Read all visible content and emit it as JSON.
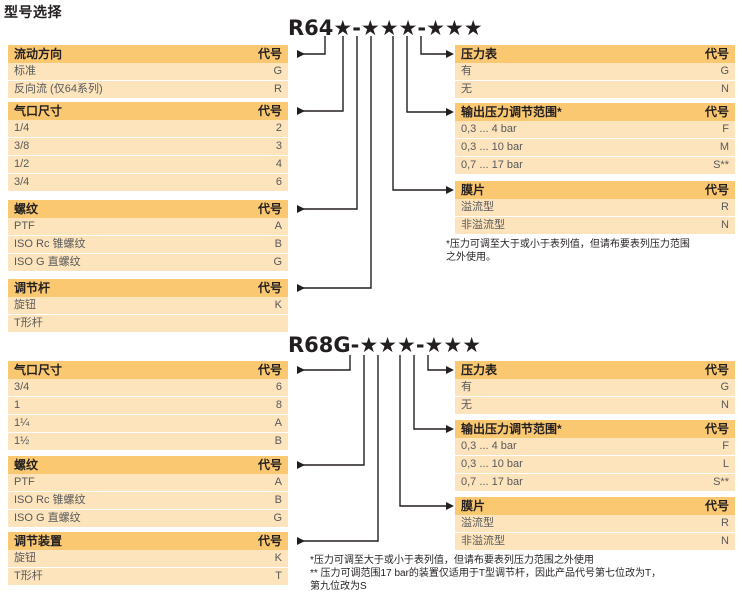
{
  "title": "型号选择",
  "series": [
    {
      "id": "r64",
      "code_prefix": "R64",
      "code_pattern": "R64★-★★★-★★★",
      "left_tables": [
        {
          "name": "flow-direction",
          "header": "流动方向",
          "code_header": "代号",
          "rows": [
            {
              "label": "标准",
              "code": "G"
            },
            {
              "label": "反向流 (仅64系列)",
              "code": "R"
            }
          ]
        },
        {
          "name": "port-size",
          "header": "气口尺寸",
          "code_header": "代号",
          "rows": [
            {
              "label": "1/4",
              "code": "2"
            },
            {
              "label": "3/8",
              "code": "3"
            },
            {
              "label": "1/2",
              "code": "4"
            },
            {
              "label": "3/4",
              "code": "6"
            }
          ]
        },
        {
          "name": "thread",
          "header": "螺纹",
          "code_header": "代号",
          "rows": [
            {
              "label": "PTF",
              "code": "A"
            },
            {
              "label": "ISO Rc 锥螺纹",
              "code": "B"
            },
            {
              "label": "ISO G 直螺纹",
              "code": "G"
            }
          ]
        },
        {
          "name": "adjust-lever",
          "header": "调节杆",
          "code_header": "代号",
          "rows": [
            {
              "label": "旋钮",
              "code": "K"
            },
            {
              "label": "T形杆",
              "code": ""
            }
          ]
        }
      ],
      "right_tables": [
        {
          "name": "pressure-gauge",
          "header": "压力表",
          "code_header": "代号",
          "rows": [
            {
              "label": "有",
              "code": "G"
            },
            {
              "label": "无",
              "code": "N"
            }
          ]
        },
        {
          "name": "outlet-pressure-range",
          "header": "输出压力调节范围*",
          "code_header": "代号",
          "rows": [
            {
              "label": "0,3 ... 4 bar",
              "code": "F"
            },
            {
              "label": "0,3 ... 10 bar",
              "code": "M"
            },
            {
              "label": "0,7 ... 17 bar",
              "code": "S**"
            }
          ]
        },
        {
          "name": "diaphragm",
          "header": "膜片",
          "code_header": "代号",
          "rows": [
            {
              "label": "溢流型",
              "code": "R"
            },
            {
              "label": "非溢流型",
              "code": "N"
            }
          ]
        }
      ],
      "footnote": "*压力可调至大于或小于表列值，但请布要表列压力范围\n之外使用。"
    },
    {
      "id": "r68g",
      "code_prefix": "R68G",
      "code_pattern": "R68G-★★★-★★★",
      "left_tables": [
        {
          "name": "port-size",
          "header": "气口尺寸",
          "code_header": "代号",
          "rows": [
            {
              "label": "3/4",
              "code": "6"
            },
            {
              "label": "1",
              "code": "8"
            },
            {
              "label": "1¼",
              "code": "A"
            },
            {
              "label": "1½",
              "code": "B"
            }
          ]
        },
        {
          "name": "thread",
          "header": "螺纹",
          "code_header": "代号",
          "rows": [
            {
              "label": "PTF",
              "code": "A"
            },
            {
              "label": "ISO Rc 锥螺纹",
              "code": "B"
            },
            {
              "label": "ISO G 直螺纹",
              "code": "G"
            }
          ]
        },
        {
          "name": "adjust-device",
          "header": "调节装置",
          "code_header": "代号",
          "rows": [
            {
              "label": "旋钮",
              "code": "K"
            },
            {
              "label": "T形杆",
              "code": "T"
            }
          ]
        }
      ],
      "right_tables": [
        {
          "name": "pressure-gauge",
          "header": "压力表",
          "code_header": "代号",
          "rows": [
            {
              "label": "有",
              "code": "G"
            },
            {
              "label": "无",
              "code": "N"
            }
          ]
        },
        {
          "name": "outlet-pressure-range",
          "header": "输出压力调节范围*",
          "code_header": "代号",
          "rows": [
            {
              "label": "0,3 ... 4 bar",
              "code": "F"
            },
            {
              "label": "0,3 ... 10 bar",
              "code": "L"
            },
            {
              "label": "0,7 ... 17 bar",
              "code": "S**"
            }
          ]
        },
        {
          "name": "diaphragm",
          "header": "膜片",
          "code_header": "代号",
          "rows": [
            {
              "label": "溢流型",
              "code": "R"
            },
            {
              "label": "非溢流型",
              "code": "N"
            }
          ]
        }
      ],
      "footnote": "*压力可调至大于或小于表列值，但请布要表列压力范围之外使用\n** 压力可调范围17 bar的装置仅适用于T型调节杆，因此产品代号第七位改为T，\n第九位改为S"
    }
  ],
  "colors": {
    "header_bg": "#fac870",
    "row_bg": "#fde4bc",
    "text": "#231f20",
    "row_text": "#58595b",
    "line": "#231f20"
  }
}
